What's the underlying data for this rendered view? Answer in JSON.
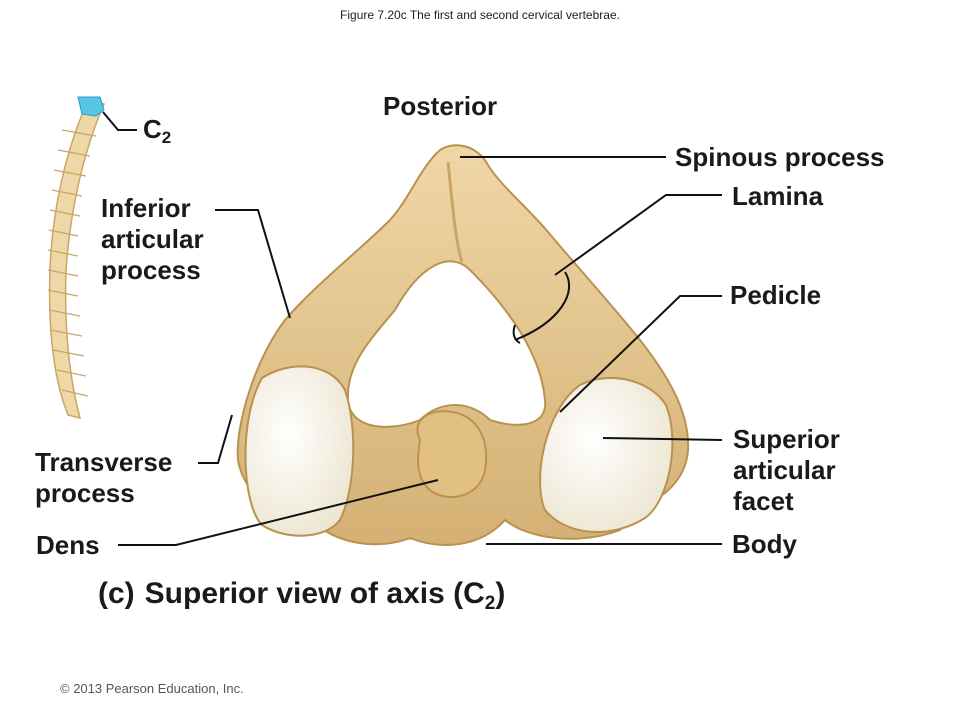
{
  "caption": "Figure 7.20c  The first and second cervical vertebrae.",
  "copyright": "© 2013 Pearson Education, Inc.",
  "labels": {
    "posterior": "Posterior",
    "c2_main": "C",
    "c2_sub": "2",
    "spinous_process": "Spinous process",
    "lamina": "Lamina",
    "inferior_articular_process": [
      "Inferior",
      "articular",
      "process"
    ],
    "pedicle": "Pedicle",
    "transverse_process": [
      "Transverse",
      "process"
    ],
    "superior_articular_facet": [
      "Superior",
      "articular",
      "facet"
    ],
    "dens": "Dens",
    "body": "Body"
  },
  "title": {
    "part": "(c)",
    "text": "Superior view of axis (C",
    "sub": "2",
    "close": ")"
  },
  "colors": {
    "bone": "#e6c78f",
    "bone_shadow": "#c9a566",
    "facet": "#fbf8ee",
    "spine_highlight": "#57c6e6",
    "leader": "#111111"
  }
}
